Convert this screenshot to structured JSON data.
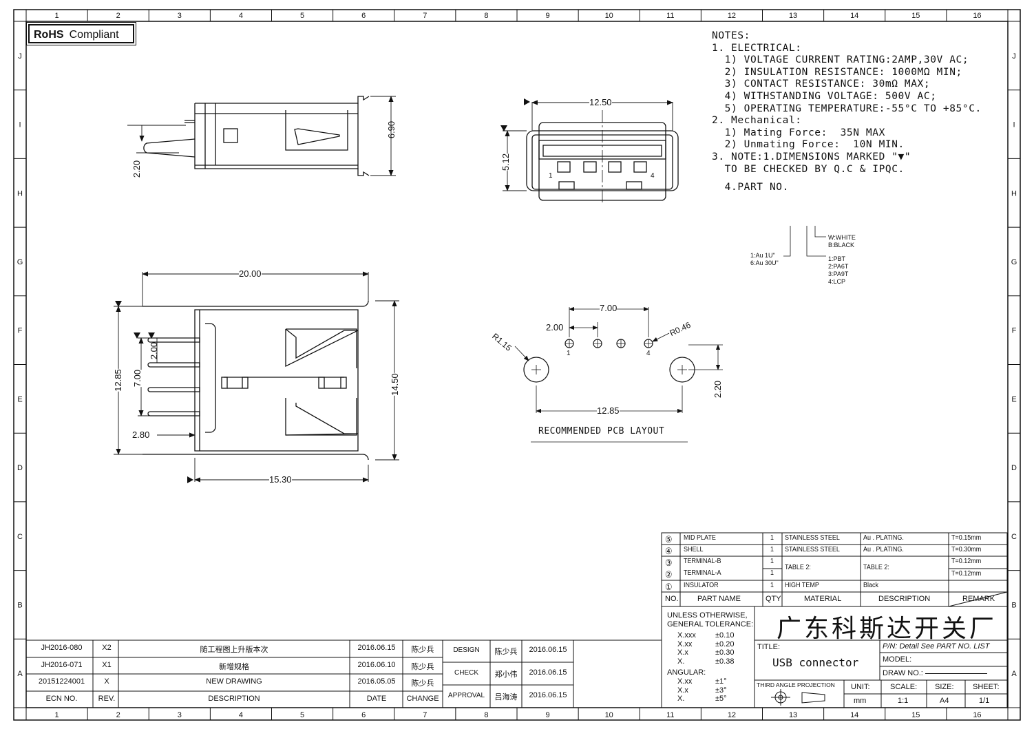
{
  "border": {
    "col_labels": [
      "1",
      "2",
      "3",
      "4",
      "5",
      "6",
      "7",
      "8",
      "9",
      "10",
      "11",
      "12",
      "13",
      "14",
      "15",
      "16"
    ],
    "row_labels": [
      "J",
      "I",
      "H",
      "G",
      "F",
      "E",
      "D",
      "C",
      "B",
      "A"
    ]
  },
  "rohs": {
    "bold": "RoHS",
    "text": "Compliant"
  },
  "notes": {
    "lines": [
      "NOTES:",
      "1. ELECTRICAL:",
      "  1) VOLTAGE CURRENT RATING:2AMP,30V AC;",
      "  2) INSULATION RESISTANCE: 1000MΩ MIN;",
      "  3) CONTACT RESISTANCE: 30mΩ MAX;",
      "  4) WITHSTANDING VOLTAGE: 500V AC;",
      "  5) OPERATING TEMPERATURE:-55°C TO +85°C.",
      "2. Mechanical:",
      "  1) Mating Force:  35N MAX",
      "  2) Unmating Force:  10N MIN.",
      "3. NOTE:1.DIMENSIONS MARKED \"▼\"",
      "  TO BE CHECKED BY Q.C & IPQC.",
      "",
      "  4.PART NO."
    ],
    "partno": {
      "left1": "1:Au 1U\"",
      "left2": "6:Au 30U\"",
      "r1": "W:WHITE",
      "r2": "B:BLACK",
      "r3": "1:PBT",
      "r4": "2:PA6T",
      "r5": "3:PA9T",
      "r6": "4:LCP"
    }
  },
  "dims": {
    "side_top_h": "6.90",
    "side_pin": "2.20",
    "front_w": "12.50",
    "front_h": "5.12",
    "pin1": "1",
    "pin4": "4",
    "top_len": "20.00",
    "top_w": "12.85",
    "top_pitch": "7.00",
    "top_pitch2": "2.00",
    "top_ext": "14.50",
    "top_280": "2.80",
    "top_1530": "15.30",
    "pcb_700": "7.00",
    "pcb_200": "2.00",
    "pcb_r115": "R1.15",
    "pcb_r046": "R0.46",
    "pcb_220": "2.20",
    "pcb_1285": "12.85",
    "pcb_title": "RECOMMENDED PCB LAYOUT"
  },
  "bom": {
    "rows": [
      {
        "no": "⑤",
        "part": "MID PLATE",
        "qty": "1",
        "material": "STAINLESS STEEL",
        "desc": "Au . PLATING.",
        "remark": "T=0.15mm"
      },
      {
        "no": "④",
        "part": "SHELL",
        "qty": "1",
        "material": "STAINLESS STEEL",
        "desc": "Au . PLATING.",
        "remark": "T=0.30mm"
      },
      {
        "no": "③",
        "part": "TERMINAL-B",
        "qty": "1",
        "material": "TABLE 2:",
        "desc": "TABLE 2:",
        "remark": "T=0.12mm"
      },
      {
        "no": "②",
        "part": "TERMINAL-A",
        "qty": "1",
        "material": "",
        "desc": "",
        "remark": "T=0.12mm"
      },
      {
        "no": "①",
        "part": "INSULATOR",
        "qty": "1",
        "material": "HIGH TEMP",
        "desc": "Black",
        "remark": ""
      }
    ],
    "header": {
      "no": "NO.",
      "part": "PART NAME",
      "qty": "QTY",
      "material": "MATERIAL",
      "desc": "DESCRIPTION",
      "remark": "REMARK"
    }
  },
  "tolerance": {
    "l1": "UNLESS OTHERWISE,",
    "l2": "GENERAL TOLERANCE:",
    "r1a": "X.xxx",
    "r1b": "±0.10",
    "r2a": "X.xx",
    "r2b": "±0.20",
    "r3a": "X.x",
    "r3b": "±0.30",
    "r4a": "X.",
    "r4b": "±0.38",
    "ang": "ANGULAR:",
    "a1a": "X.xx",
    "a1b": "±1°",
    "a2a": "X.x",
    "a2b": "±3°",
    "a3a": "X.",
    "a3b": "±5°"
  },
  "title_block": {
    "company": "广东科斯达开关厂",
    "title_label": "TITLE:",
    "title": "USB connector",
    "pn": "P/N: Detail  See  PART  NO.  LIST",
    "model": "MODEL:",
    "drawno": "DRAW  NO.:",
    "projection": "THIRD ANGLE PROJECTION",
    "unit_l": "UNIT:",
    "unit_v": "mm",
    "scale_l": "SCALE:",
    "scale_v": "1:1",
    "size_l": "SIZE:",
    "size_v": "A4",
    "sheet_l": "SHEET:",
    "sheet_v": "1/1"
  },
  "revisions": {
    "rows": [
      {
        "ecn": "JH2016-080",
        "rev": "X2",
        "desc": "随工程图上升版本次",
        "date": "2016.06.15",
        "change": "陈少兵"
      },
      {
        "ecn": "JH2016-071",
        "rev": "X1",
        "desc": "新增规格",
        "date": "2016.06.10",
        "change": "陈少兵"
      },
      {
        "ecn": "20151224001",
        "rev": "X",
        "desc": "NEW DRAWING",
        "date": "2016.05.05",
        "change": "陈少兵"
      }
    ],
    "header": {
      "ecn": "ECN  NO.",
      "rev": "REV.",
      "desc": "DESCRIPTION",
      "date": "DATE",
      "change": "CHANGE"
    }
  },
  "approvals": [
    {
      "role": "DESIGN",
      "name": "陈少兵",
      "date": "2016.06.15"
    },
    {
      "role": "CHECK",
      "name": "郑小伟",
      "date": "2016.06.15"
    },
    {
      "role": "APPROVAL",
      "name": "吕海涛",
      "date": "2016.06.15"
    }
  ]
}
